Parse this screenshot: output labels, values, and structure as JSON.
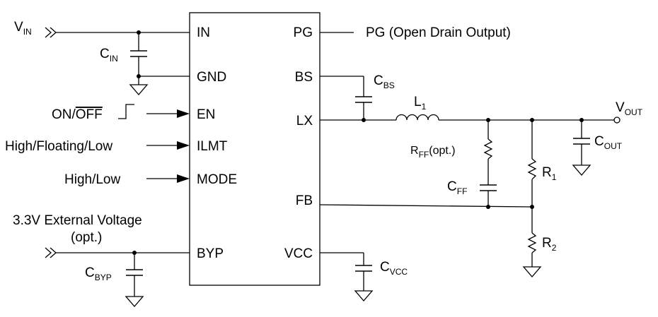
{
  "ic": {
    "left_pins": [
      "IN",
      "GND",
      "EN",
      "ILMT",
      "MODE",
      "BYP"
    ],
    "right_pins": [
      "PG",
      "BS",
      "LX",
      "FB",
      "VCC"
    ]
  },
  "inputs": {
    "vin": {
      "main": "V",
      "sub": "IN"
    },
    "on_off": {
      "on": "ON/",
      "off": "OFF"
    },
    "ilmt": "High/Floating/Low",
    "mode": "High/Low",
    "ext_line1": "3.3V External Voltage",
    "ext_line2": "(opt.)"
  },
  "outputs": {
    "pg": "PG (Open Drain Output)",
    "vout": {
      "main": "V",
      "sub": "OUT"
    }
  },
  "components": {
    "cin": {
      "main": "C",
      "sub": "IN"
    },
    "cbs": {
      "main": "C",
      "sub": "BS"
    },
    "l1": {
      "main": "L",
      "sub": "1"
    },
    "rff": {
      "main": "R",
      "sub": "FF",
      "suffix": "(opt.)"
    },
    "cff": {
      "main": "C",
      "sub": "FF"
    },
    "r1": {
      "main": "R",
      "sub": "1"
    },
    "r2": {
      "main": "R",
      "sub": "2"
    },
    "cout": {
      "main": "C",
      "sub": "OUT"
    },
    "cvcc": {
      "main": "C",
      "sub": "VCC"
    },
    "cbyp": {
      "main": "C",
      "sub": "BYP"
    }
  }
}
